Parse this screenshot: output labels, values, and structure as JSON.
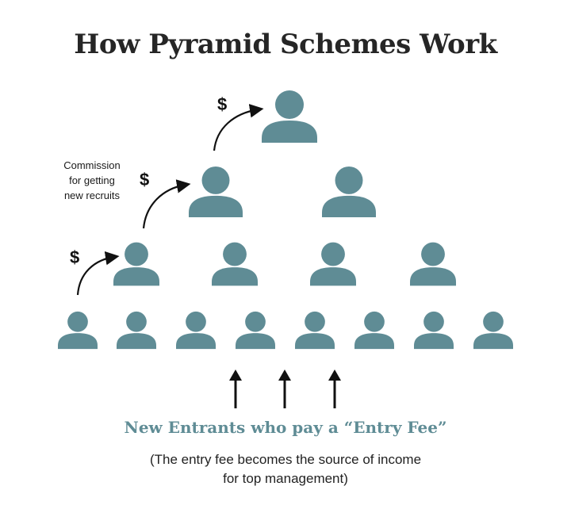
{
  "title": "How Pyramid Schemes Work",
  "annotation": {
    "line1": "Commission",
    "line2": "for getting",
    "line3": "new recruits"
  },
  "dollar_signs": [
    "$",
    "$",
    "$"
  ],
  "entrants_label": "New Entrants who pay a “Entry Fee”",
  "note": {
    "line1": "(The entry fee becomes the source of income",
    "line2": "for top management)"
  },
  "colors": {
    "person": "#5f8c95",
    "arrow": "#111111",
    "entrants_text": "#5f8c95"
  },
  "pyramid": {
    "levels": [
      {
        "level": 1,
        "count": 1
      },
      {
        "level": 2,
        "count": 2
      },
      {
        "level": 3,
        "count": 4
      },
      {
        "level": 4,
        "count": 8
      }
    ]
  },
  "icons": [
    "person-icon",
    "curved-arrow-icon",
    "up-arrow-icon",
    "dollar-icon"
  ]
}
